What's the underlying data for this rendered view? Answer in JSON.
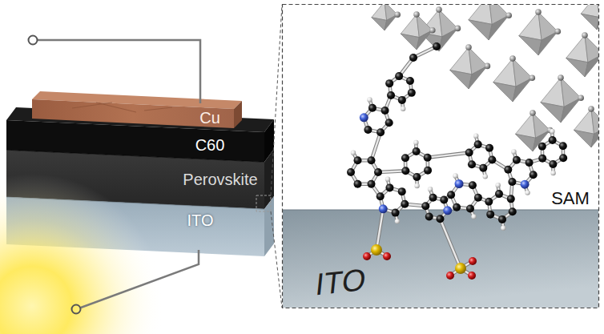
{
  "diagram": {
    "nodes": [
      {
        "text": [
          "Cu"
        ]
      },
      {
        "text": [
          "C60"
        ]
      },
      {
        "text": [
          "Perovskite"
        ]
      },
      {
        "text": [
          "ITO"
        ]
      },
      {
        "text": [
          "ITO"
        ]
      }
    ],
    "labels": [
      "SAM"
    ]
  }
}
